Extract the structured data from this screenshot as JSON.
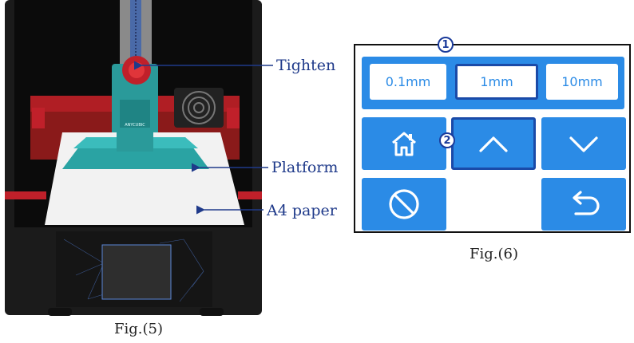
{
  "fig5": {
    "callouts": {
      "tighten": "Tighten",
      "platform": "Platform",
      "paper": "A4 paper"
    },
    "brand_text": "ANYCUBIC",
    "caption": "Fig.(5)"
  },
  "fig6": {
    "step_options": [
      "0.1mm",
      "1mm",
      "10mm"
    ],
    "selected_step": "1mm",
    "markers": [
      "1",
      "2"
    ],
    "buttons": {
      "home": "home-icon",
      "up": "chevron-up-icon",
      "down": "chevron-down-icon",
      "stop": "stop-icon",
      "back": "return-icon"
    },
    "caption": "Fig.(6)"
  },
  "colors": {
    "panel_blue": "#2b8be6",
    "selected_border": "#1a4aa8",
    "callout_text": "#1f3a8a",
    "resin_vat_red": "#c0202a",
    "platform_teal": "#2a9a9a"
  }
}
